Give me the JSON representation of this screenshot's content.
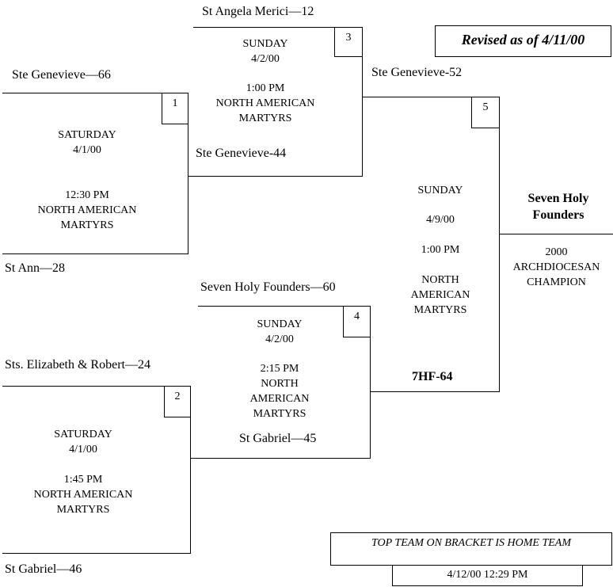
{
  "revised": "Revised as of 4/11/00",
  "games": {
    "g1": {
      "number": "1",
      "day": "SATURDAY",
      "date": "4/1/00",
      "time": "12:30 PM",
      "location": "NORTH AMERICAN MARTYRS",
      "top_team": "Ste Genevieve—66",
      "bottom_team": "St Ann—28"
    },
    "g2": {
      "number": "2",
      "day": "SATURDAY",
      "date": "4/1/00",
      "time": "1:45 PM",
      "location": "NORTH AMERICAN MARTYRS",
      "top_team": "Sts. Elizabeth & Robert—24",
      "bottom_team": "St Gabriel—46"
    },
    "g3": {
      "number": "3",
      "day": "SUNDAY",
      "date": "4/2/00",
      "time": "1:00 PM",
      "location": "NORTH AMERICAN MARTYRS",
      "top_team": "St Angela Merici—12",
      "bottom_team": "Ste Genevieve-44"
    },
    "g4": {
      "number": "4",
      "day": "SUNDAY",
      "date": "4/2/00",
      "time": "2:15 PM",
      "location": "NORTH AMERICAN MARTYRS",
      "top_team": "Seven Holy Founders—60",
      "bottom_team": "St Gabriel—45"
    },
    "g5": {
      "number": "5",
      "day": "SUNDAY",
      "date": "4/9/00",
      "time": "1:00 PM",
      "location": "NORTH AMERICAN MARTYRS",
      "top_team": "Ste Genevieve-52",
      "bottom_team": "7HF-64"
    }
  },
  "champion": {
    "team": "Seven Holy Founders",
    "caption": "2000 ARCHDIOCESAN CHAMPION"
  },
  "note": "TOP TEAM ON BRACKET IS HOME TEAM",
  "timestamp": "4/12/00 12:29 PM"
}
